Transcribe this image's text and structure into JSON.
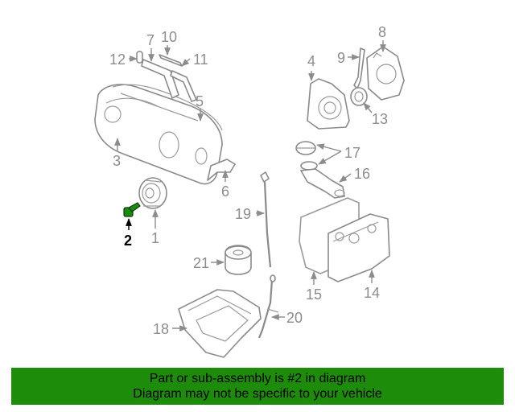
{
  "callouts": {
    "c1": "1",
    "c2": "2",
    "c3": "3",
    "c4": "4",
    "c5": "5",
    "c6": "6",
    "c7": "7",
    "c8": "8",
    "c9": "9",
    "c10": "10",
    "c11": "11",
    "c12": "12",
    "c13": "13",
    "c14": "14",
    "c15": "15",
    "c16": "16",
    "c17": "17",
    "c18": "18",
    "c19": "19",
    "c20": "20",
    "c21": "21"
  },
  "highlight_part": "2",
  "colors": {
    "banner_bg": "#1e8c0b",
    "highlight_part_fill": "#1a8a10",
    "callout_gray": "#8c8c8c"
  },
  "banner": {
    "line1": "Part or sub-assembly is #2 in diagram",
    "line2": "Diagram may not be specific to your vehicle"
  }
}
